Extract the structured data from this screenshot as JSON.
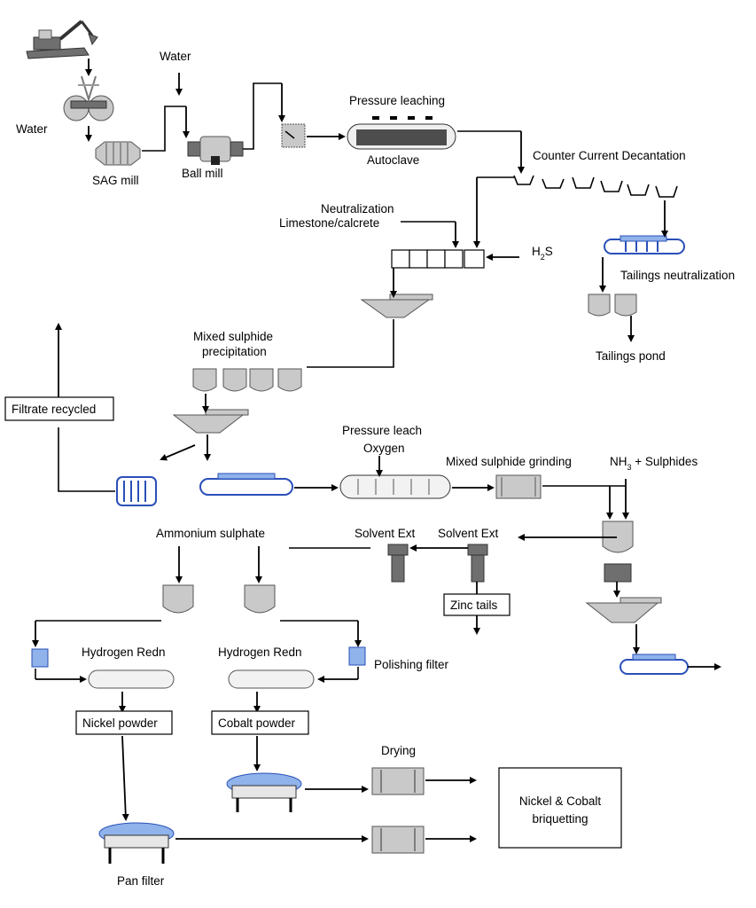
{
  "labels": {
    "water_top": "Water",
    "water_left": "Water",
    "sag_mill": "SAG mill",
    "ball_mill": "Ball mill",
    "pressure_leaching": "Pressure leaching",
    "autoclave": "Autoclave",
    "ccd": "Counter Current Decantation",
    "neutralization": "Neutralization",
    "limestone": "Limestone/calcrete",
    "h2s_main": "H",
    "h2s_sub": "2",
    "h2s_end": "S",
    "tailings_neutralization": "Tailings neutralization",
    "tailings_pond": "Tailings pond",
    "msp_line1": "Mixed sulphide",
    "msp_line2": "precipitation",
    "pressure_leach": "Pressure leach",
    "oxygen": "Oxygen",
    "ms_grinding": "Mixed sulphide grinding",
    "nh3_main": "NH",
    "nh3_sub": "3",
    "nh3_end": " + Sulphides",
    "ammonium_sulphate": "Ammonium sulphate",
    "solvent_ext_1": "Solvent Ext",
    "solvent_ext_2": "Solvent Ext",
    "hydrogen_redn_1": "Hydrogen Redn",
    "hydrogen_redn_2": "Hydrogen Redn",
    "polishing_filter": "Polishing filter",
    "drying": "Drying",
    "pan_filter": "Pan filter"
  },
  "boxes": {
    "filtrate_recycled": "Filtrate recycled",
    "zinc_tails": "Zinc tails",
    "nickel_powder": "Nickel powder",
    "cobalt_powder": "Cobalt powder",
    "briquetting_line1": "Nickel & Cobalt",
    "briquetting_line2": "briquetting"
  },
  "colors": {
    "equipment_blue": "#2a4fb8",
    "equipment_gray": "#c9c9c9"
  }
}
